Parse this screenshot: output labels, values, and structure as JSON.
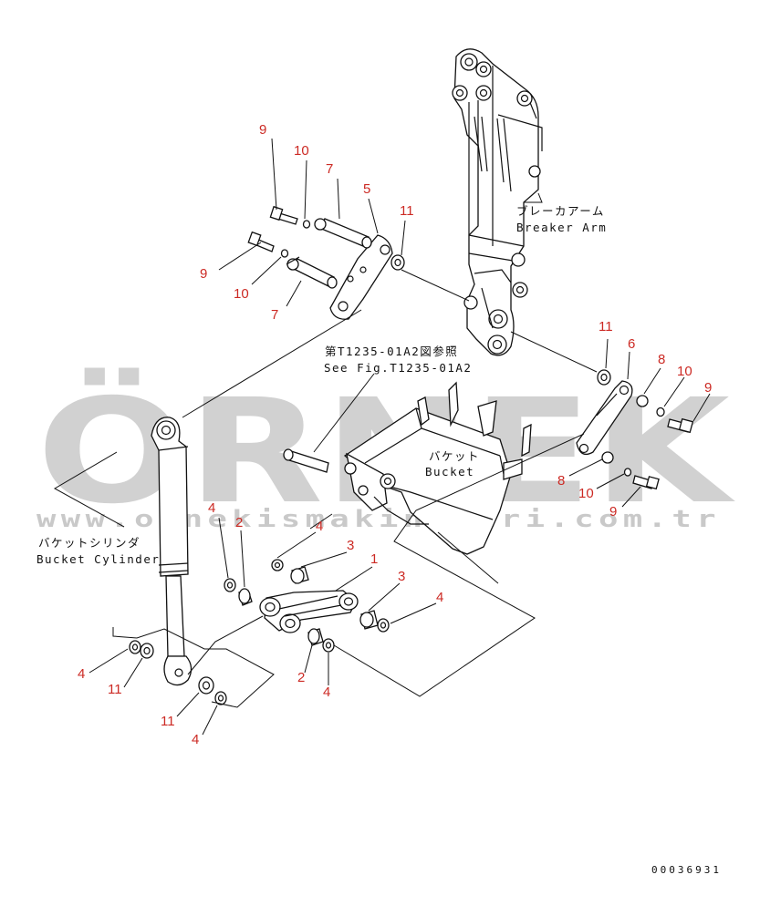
{
  "watermark": {
    "brand": "ÖRNEK",
    "url": "www.ornekismakinalari.com.tr",
    "accent_color": "#f5df8c",
    "text_color": "#c9c9c9"
  },
  "labels": {
    "breaker_arm_jp": "ブレーカアーム",
    "breaker_arm_en": "Breaker Arm",
    "ref_jp": "第T1235-01A2図参照",
    "ref_en": "See Fig.T1235-01A2",
    "bucket_jp": "バケット",
    "bucket_en": "Bucket",
    "cylinder_jp": "バケットシリンダ",
    "cylinder_en": "Bucket Cylinder"
  },
  "part_numbers": {
    "p9a": "9",
    "p10a": "10",
    "p7a": "7",
    "p5": "5",
    "p11a": "11",
    "p9b": "9",
    "p10b": "10",
    "p7b": "7",
    "p11b": "11",
    "p6": "6",
    "p8a": "8",
    "p10c": "10",
    "p9c": "9",
    "p8b": "8",
    "p10d": "10",
    "p9d": "9",
    "p4a": "4",
    "p2a": "2",
    "p4b": "4",
    "p3a": "3",
    "p1": "1",
    "p3b": "3",
    "p4c": "4",
    "p4d": "4",
    "p11c": "11",
    "p2b": "2",
    "p4e": "4",
    "p11d": "11",
    "p4f": "4"
  },
  "drawing_code": "00036931",
  "colors": {
    "part_number": "#cc2a24",
    "line": "#111111"
  }
}
